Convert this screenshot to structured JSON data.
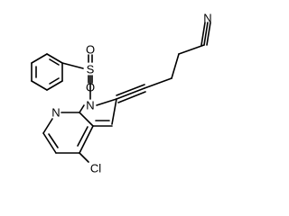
{
  "atoms": {
    "nitrile_n": "N",
    "sulfur": "S",
    "oxygen_top": "O",
    "oxygen_bottom": "O",
    "pyrrole_n": "N",
    "pyridine_n": "N",
    "chlorine": "Cl"
  }
}
